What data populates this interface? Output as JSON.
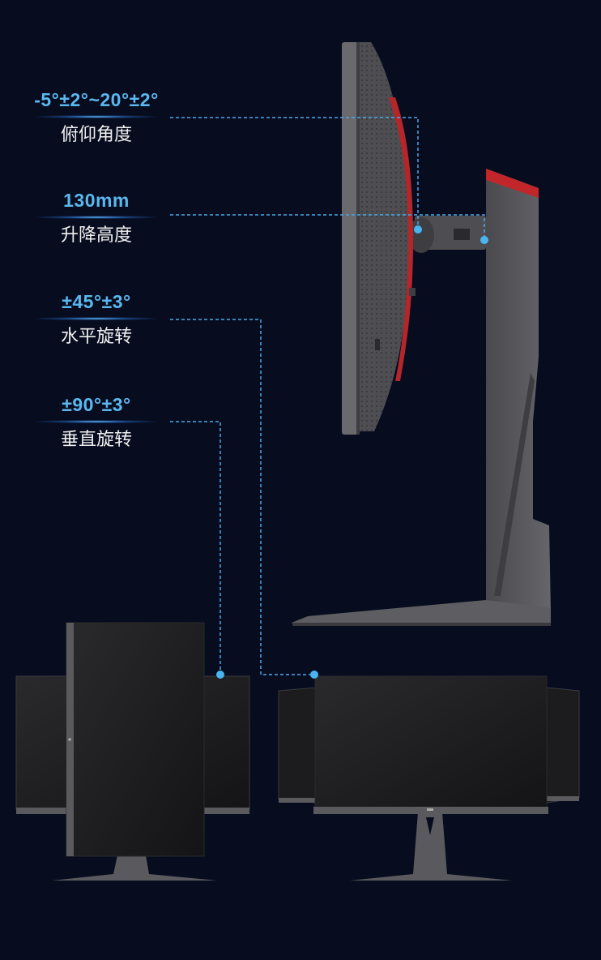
{
  "specs": [
    {
      "value": "-5°±2°~20°±2°",
      "label": "俯仰角度"
    },
    {
      "value": "130mm",
      "label": "升降高度"
    },
    {
      "value": "±45°±3°",
      "label": "水平旋转"
    },
    {
      "value": "±90°±3°",
      "label": "垂直旋转"
    }
  ],
  "colors": {
    "background": "#080c1f",
    "accent": "#5ab8ef",
    "guide_line": "#4aa8e8",
    "monitor_body": "#5a5a5e",
    "screen": "#1c1c1e",
    "red_trim": "#c0262a"
  }
}
